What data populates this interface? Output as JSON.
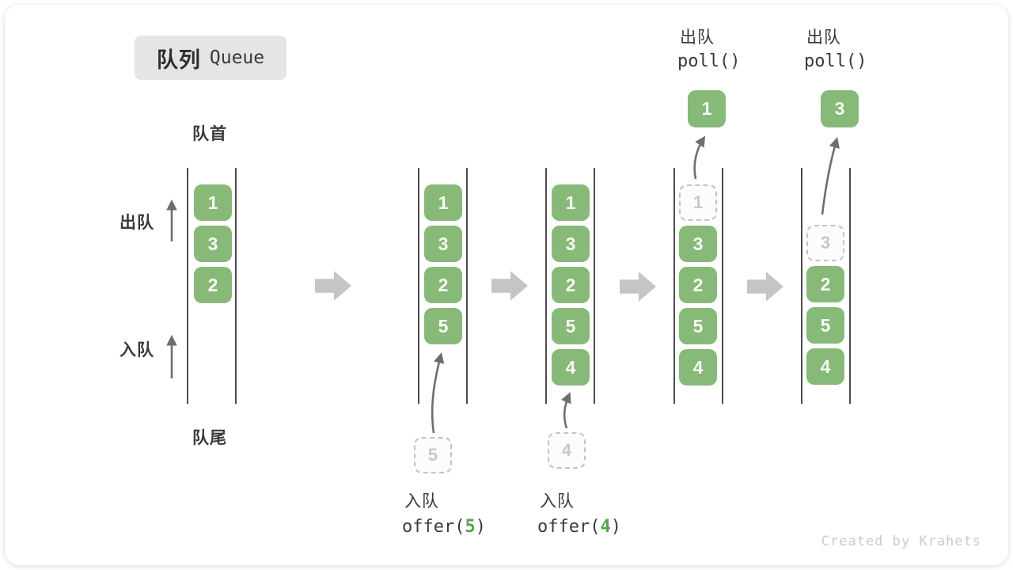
{
  "title": {
    "zh": "队列",
    "en": "Queue"
  },
  "side_labels": {
    "front": "队首",
    "rear": "队尾",
    "dequeue": "出队",
    "enqueue": "入队"
  },
  "states": [
    {
      "items": [
        "1",
        "3",
        "2"
      ]
    },
    {
      "items": [
        "1",
        "3",
        "2",
        "5"
      ],
      "incoming": "5"
    },
    {
      "items": [
        "1",
        "3",
        "2",
        "5",
        "4"
      ],
      "incoming": "4"
    },
    {
      "ghost": "1",
      "items": [
        "3",
        "2",
        "5",
        "4"
      ],
      "popped": "1"
    },
    {
      "ghost": "3",
      "items": [
        "2",
        "5",
        "4"
      ],
      "popped": "3"
    }
  ],
  "operations": {
    "enqueue5": {
      "label": "入队",
      "code_prefix": "offer(",
      "arg": "5",
      "code_suffix": ")"
    },
    "enqueue4": {
      "label": "入队",
      "code_prefix": "offer(",
      "arg": "4",
      "code_suffix": ")"
    },
    "poll1": {
      "label": "出队",
      "code": "poll()"
    },
    "poll2": {
      "label": "出队",
      "code": "poll()"
    }
  },
  "watermark": "Created by Krahets",
  "colors": {
    "box_green": "#87b978",
    "accent_green": "#56a24c",
    "badge_gray": "#e5e5e5",
    "arrow_gray": "#c5c5c5",
    "line_dark": "#4d4d4d"
  }
}
